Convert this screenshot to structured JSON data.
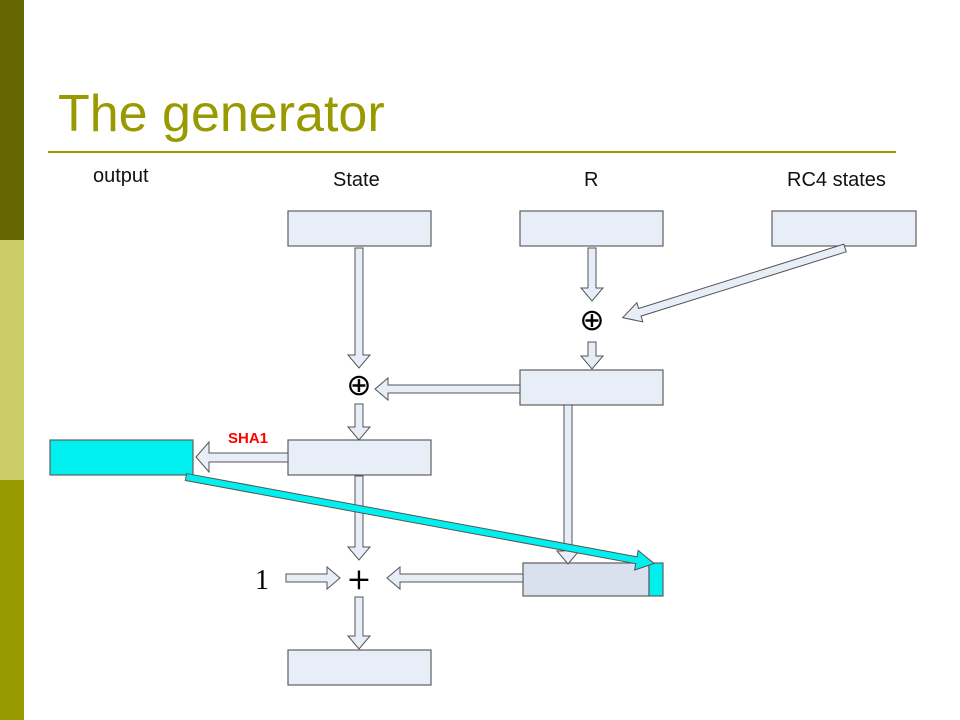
{
  "title": "The generator",
  "labels": {
    "output": "output",
    "state": "State",
    "r": "R",
    "rc4": "RC4 states",
    "sha1": "SHA1",
    "one": "1"
  },
  "symbols": {
    "xor1": "⊕",
    "xor2": "⊕",
    "plus": "+"
  },
  "colors": {
    "accent": "#999900",
    "box_fill": "#e8eef8",
    "box_fill_dark": "#d9e0ee",
    "box_stroke": "#5f5f5f",
    "cyan": "#00f0f0",
    "sha1_text": "#ff0000"
  }
}
